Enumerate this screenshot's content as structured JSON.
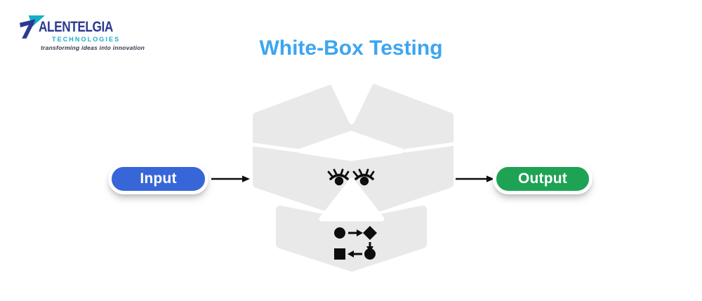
{
  "page": {
    "background": "#ffffff"
  },
  "logo": {
    "name": "ALENTELGIA",
    "subtitle": "TECHNOLOGIES",
    "tagline": "transforming ideas into innovation",
    "navy": "#2B3990",
    "teal": "#14AFC8"
  },
  "title": {
    "text": "White-Box Testing",
    "color": "#3CA5F1"
  },
  "flow": {
    "input_label": "Input",
    "output_label": "Output",
    "input_color": "#3766D8",
    "output_color": "#1EA254",
    "box_color": "#E9E9E9",
    "arrow_color": "#0d0d0d",
    "inner_icons": [
      "eyes-icon",
      "flowchart-icon"
    ]
  }
}
